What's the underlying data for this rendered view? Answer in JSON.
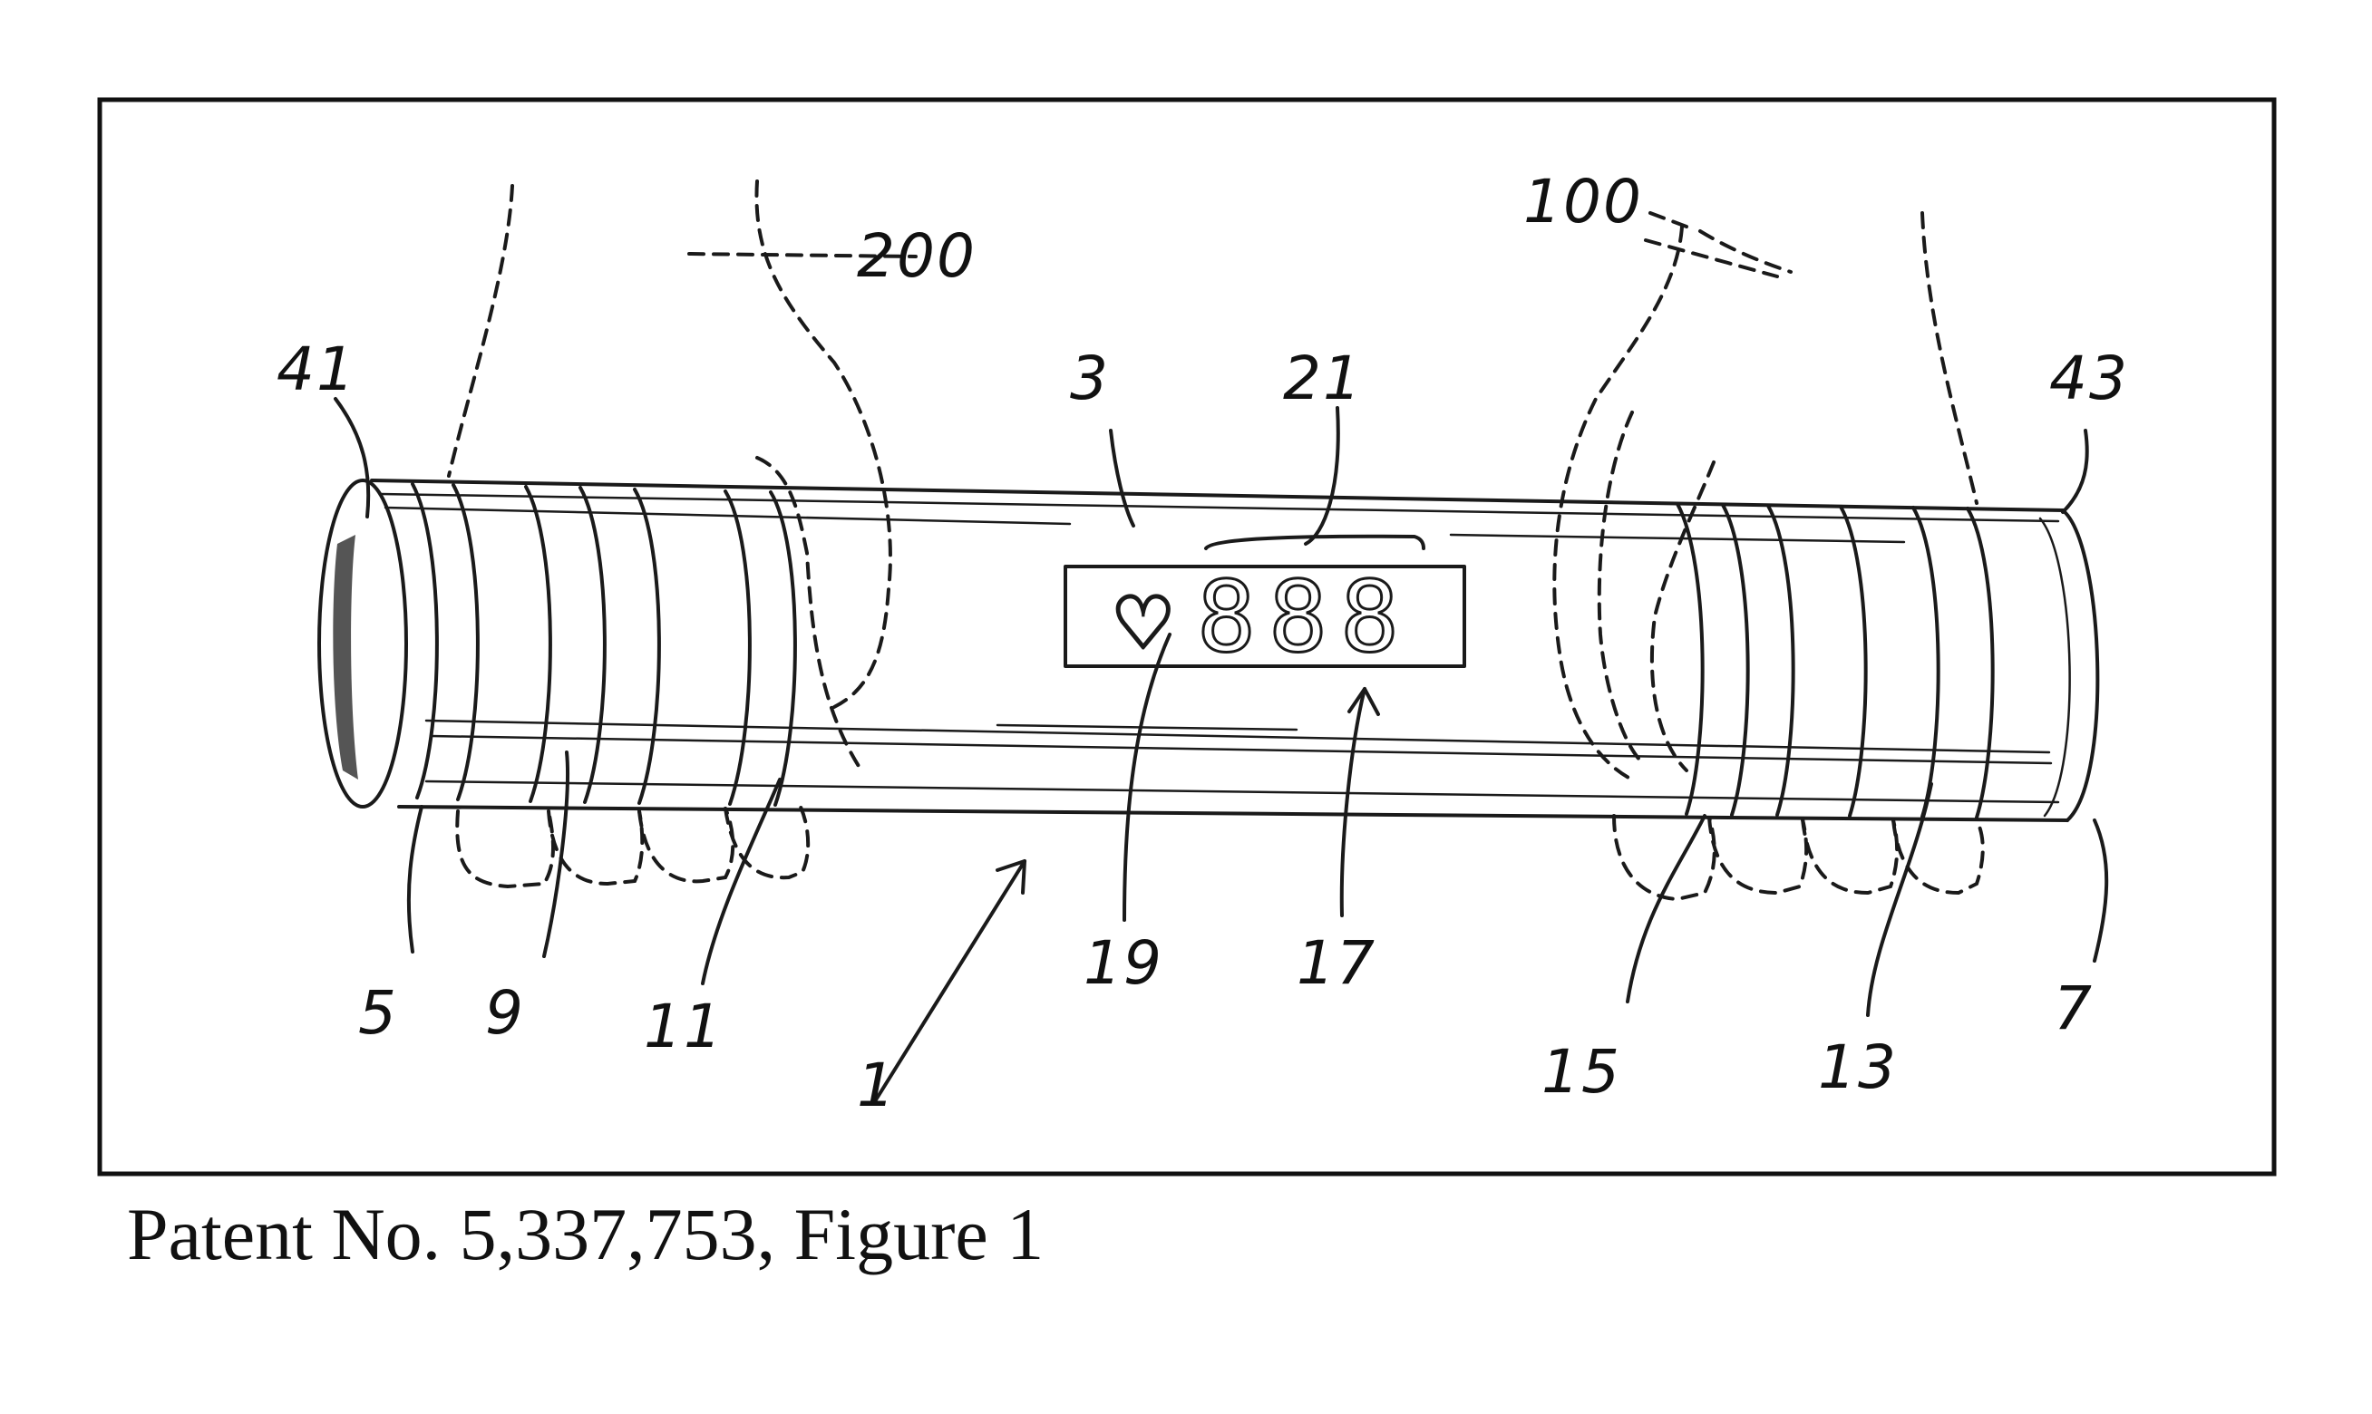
{
  "figure": {
    "caption": "Patent No. 5,337,753, Figure 1",
    "display_digits": "888",
    "display_symbol": "♡",
    "labels": {
      "l_1": "1",
      "l_3": "3",
      "l_5": "5",
      "l_7": "7",
      "l_9": "9",
      "l_11": "11",
      "l_13": "13",
      "l_15": "15",
      "l_17": "17",
      "l_19": "19",
      "l_21": "21",
      "l_41": "41",
      "l_43": "43",
      "l_100": "100",
      "l_200": "200"
    }
  }
}
